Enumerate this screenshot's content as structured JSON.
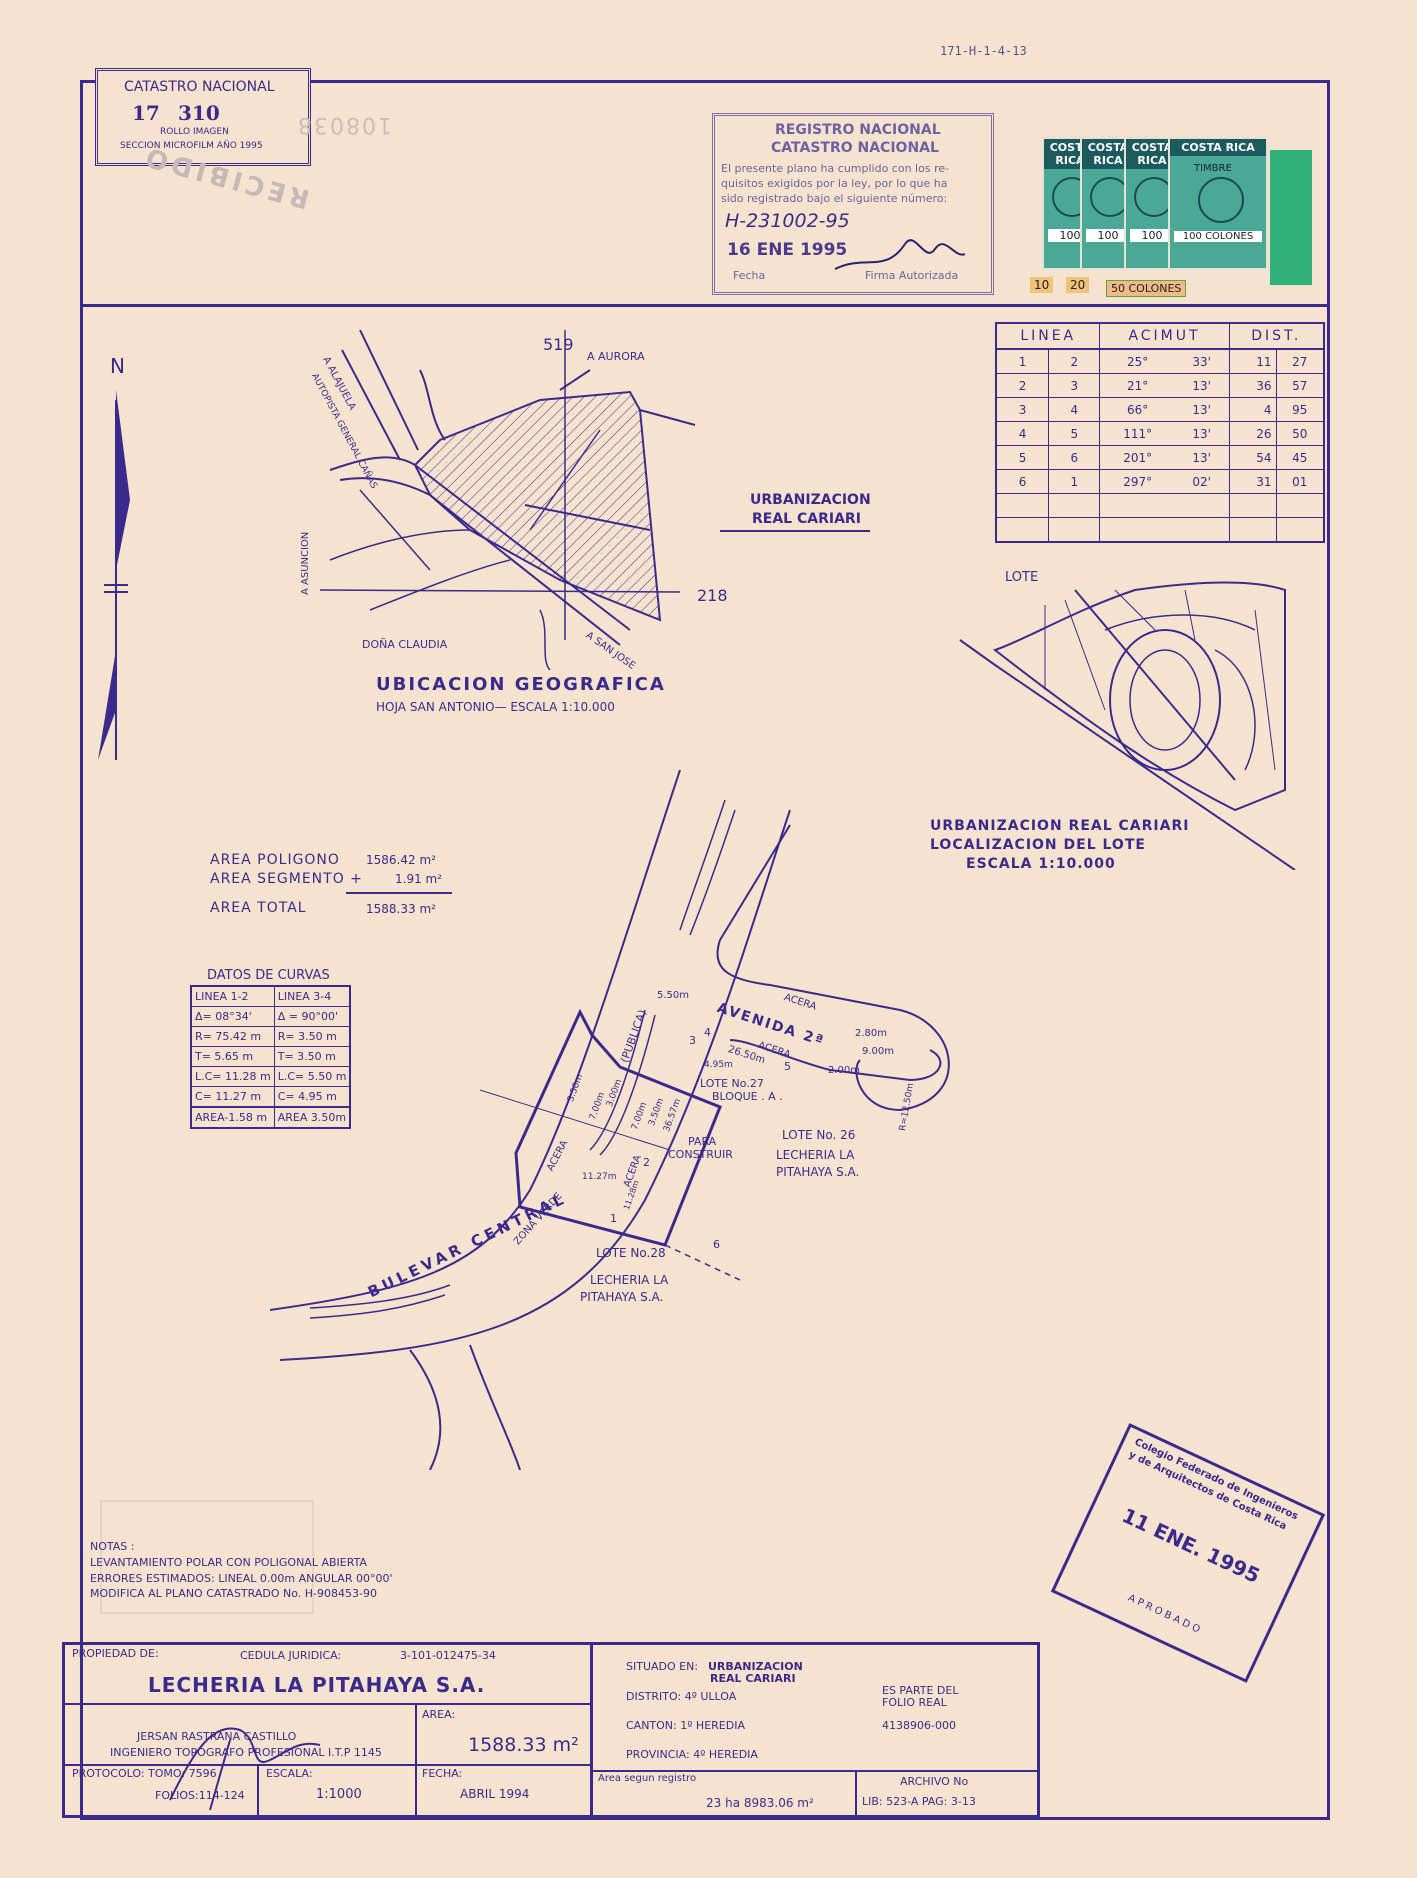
{
  "header_code": "171-H-1-4-13",
  "catastro_box": {
    "title": "CATASTRO NACIONAL",
    "number_a": "17",
    "number_b": "310",
    "line1": "ROLLO IMAGEN",
    "line2": "SECCION MICROFILM AÑO 1995"
  },
  "faded_stamp": {
    "number": "108038",
    "word": "RECIBIDO"
  },
  "registro_stamp": {
    "line1": "REGISTRO NACIONAL",
    "line2": "CATASTRO NACIONAL",
    "text1": "El presente plano ha cumplido con los re-",
    "text2": "quisitos exigidos por la ley, por lo que ha",
    "text3": "sido registrado bajo el siguiente número:",
    "number": "H-231002-95",
    "date": "16 ENE 1995",
    "fecha_label": "Fecha",
    "firma_label": "Firma Autorizada"
  },
  "timbres": {
    "brand": "COSTA RICA",
    "word": "TIMBRE",
    "v100": "100",
    "v100_colones": "100 COLONES",
    "v50_colones": "50 COLONES",
    "v10": "10",
    "v20": "20"
  },
  "azimuth_table": {
    "headers": [
      "LINEA",
      "ACIMUT",
      "DIST."
    ],
    "rows": [
      {
        "a": "1",
        "b": "2",
        "deg": "25°",
        "min": "33'",
        "d1": "11",
        "d2": "27"
      },
      {
        "a": "2",
        "b": "3",
        "deg": "21°",
        "min": "13'",
        "d1": "36",
        "d2": "57"
      },
      {
        "a": "3",
        "b": "4",
        "deg": "66°",
        "min": "13'",
        "d1": "4",
        "d2": "95"
      },
      {
        "a": "4",
        "b": "5",
        "deg": "111°",
        "min": "13'",
        "d1": "26",
        "d2": "50"
      },
      {
        "a": "5",
        "b": "6",
        "deg": "201°",
        "min": "13'",
        "d1": "54",
        "d2": "45"
      },
      {
        "a": "6",
        "b": "1",
        "deg": "297°",
        "min": "02'",
        "d1": "31",
        "d2": "01"
      }
    ]
  },
  "north": "N",
  "ubicacion": {
    "title": "UBICACION GEOGRAFICA",
    "subtitle": "HOJA SAN ANTONIO— ESCALA 1:10.000",
    "grid_top": "519",
    "grid_right": "218",
    "aurora": "A AURORA",
    "alajuela": "A ALAJUELA",
    "autopista": "AUTOPISTA GENERAL CAÑAS",
    "asuncion": "A ASUNCION",
    "dona_claudia": "DOÑA CLAUDIA",
    "san_jose": "A SAN JOSE",
    "urbanizacion": "URBANIZACION",
    "real_cariari": "REAL CARIARI"
  },
  "localizacion": {
    "lote": "LOTE",
    "line1": "URBANIZACION REAL CARIARI",
    "line2": "LOCALIZACION DEL LOTE",
    "line3": "ESCALA 1:10.000"
  },
  "areas": {
    "poligono_label": "AREA POLIGONO",
    "poligono_value": "1586.42 m²",
    "segmento_label": "AREA SEGMENTO +",
    "segmento_value": "1.91 m²",
    "total_label": "AREA TOTAL",
    "total_value": "1588.33 m²"
  },
  "curvas": {
    "title": "DATOS DE CURVAS",
    "headers": [
      "LINEA 1-2",
      "LINEA 3-4"
    ],
    "rows": [
      [
        "Δ= 08°34'",
        "Δ = 90°00'"
      ],
      [
        "R= 75.42 m",
        "R= 3.50 m"
      ],
      [
        "T= 5.65 m",
        "T= 3.50 m"
      ],
      [
        "L.C= 11.28 m",
        "L.C= 5.50 m"
      ],
      [
        "C= 11.27 m",
        "C= 4.95 m"
      ],
      [
        "AREA-1.58 m",
        "AREA 3.50m"
      ]
    ]
  },
  "plan": {
    "avenida": "AVENIDA 2ª",
    "acera": "ACERA",
    "bulevar": "BULEVAR CENTRAL",
    "zona_verde": "ZONA VERDE",
    "publica": "(PUBLICA)",
    "lote27_a": "LOTE No.27",
    "lote27_b": "BLOQUE . A .",
    "para_a": "PARA",
    "para_b": "CONSTRUIR",
    "lote26_a": "LOTE No. 26",
    "lote26_b": "LECHERIA LA",
    "lote26_c": "PITAHAYA S.A.",
    "lote28_a": "LOTE No.28",
    "lote28_b": "LECHERIA LA",
    "lote28_c": "PITAHAYA S.A.",
    "d_550": "5.50m",
    "d_280": "2.80m",
    "d_900": "9.00m",
    "d_200": "2.00m",
    "d_2650": "26.50m",
    "d_495": "4.95m",
    "d_350a": "3.50m",
    "d_300": "3.00m",
    "d_700": "7.00m",
    "d_350b": "3.50m",
    "d_3657": "36.57m",
    "d_1127": "11.27m",
    "d_1128": "11.28m",
    "d_r1250": "R=12.50m",
    "p1": "1",
    "p2": "2",
    "p3": "3",
    "p4": "4",
    "p5": "5",
    "p6": "6"
  },
  "colegio_stamp": {
    "line1": "Colegio Federado de Ingenieros",
    "line2": "y de Arquitectos de Costa Rica",
    "date": "11 ENE. 1995",
    "word": "APROBADO"
  },
  "notas": {
    "title": "NOTAS :",
    "line1": "LEVANTAMIENTO POLAR CON POLIGONAL ABIERTA",
    "line2": "ERRORES ESTIMADOS: LINEAL 0.00m ANGULAR 00°00'",
    "line3": "MODIFICA AL PLANO CATASTRADO No. H-908453-90"
  },
  "title_block": {
    "propiedad_label": "PROPIEDAD DE:",
    "cedula_label": "CEDULA JURIDICA:",
    "cedula_value": "3-101-012475-34",
    "owner": "LECHERIA LA PITAHAYA S.A.",
    "area_label": "AREA:",
    "area_value": "1588.33 m²",
    "surveyor": "JERSAN RASTRANA CASTILLO",
    "surveyor_title": "INGENIERO TOPOGRAFO PROFESIONAL I.T.P 1145",
    "protocolo": "PROTOCOLO: TOMO: 7596",
    "folios": "FOLIOS:114-124",
    "escala_label": "ESCALA:",
    "escala_value": "1:1000",
    "fecha_label": "FECHA:",
    "fecha_value": "ABRIL 1994",
    "situado_label": "SITUADO EN:",
    "situado_value1": "URBANIZACION",
    "situado_value2": "REAL CARIARI",
    "distrito": "DISTRITO: 4º ULLOA",
    "canton": "CANTON: 1º HEREDIA",
    "provincia": "PROVINCIA: 4º HEREDIA",
    "parte1": "ES PARTE DEL",
    "parte2": "FOLIO REAL",
    "folio_real": "4138906-000",
    "area_registro_label": "Area segun registro",
    "area_registro_value": "23 ha 8983.06 m²",
    "archivo_label": "ARCHIVO No",
    "archivo_value": "LIB: 523-A PAG: 3-13"
  },
  "colors": {
    "paper": "#f6e3cf",
    "ink": "#3a2a8c",
    "stamp_green": "#4aa896"
  }
}
